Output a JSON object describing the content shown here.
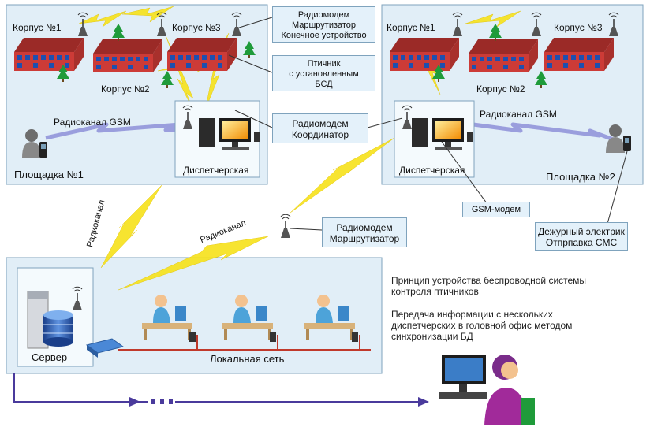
{
  "colors": {
    "panel_fill": "#e1eef7",
    "panel_border": "#7fa3bd",
    "building_roof": "#b9332f",
    "building_wall": "#cc3b37",
    "window_blue": "#1e4fb0",
    "lightning": "#f7e21a",
    "gsm_link": "#8d8fd8",
    "lan_line": "#c0392b",
    "arrow": "#4a3a9c"
  },
  "site1": {
    "building1": "Корпус №1",
    "building2": "Корпус №2",
    "building3": "Корпус №3",
    "gsm_channel": "Радиоканал GSM",
    "control_room": "Диспетчерская",
    "site_name": "Площадка №1"
  },
  "site2": {
    "building1": "Корпус №1",
    "building2": "Корпус №2",
    "building3": "Корпус №3",
    "gsm_channel": "Радиоканал GSM",
    "control_room": "Диспетчерская",
    "site_name": "Площадка №2"
  },
  "callouts": {
    "modem_router_end": [
      "Радиомодем",
      "Маршрутизатор",
      "Конечное устройство"
    ],
    "poultry_house": [
      "Птичник",
      "с установленным",
      "БСД"
    ],
    "modem_coordinator": [
      "Радиомодем",
      "Координатор"
    ],
    "gsm_modem": "GSM-модем",
    "modem_router": [
      "Радиомодем",
      "Маршрутизатор"
    ],
    "electrician": [
      "Дежурный электрик",
      "Отпрпавка СМС"
    ]
  },
  "radio_links": {
    "left": "Радиоканал",
    "center": "Радиоканал"
  },
  "office": {
    "server": "Сервер",
    "lan": "Локальная сеть"
  },
  "description": {
    "principle": [
      "Принцип устройства беспроводной системы",
      "контроля птичников"
    ],
    "transfer": [
      "Передача информации с нескольких",
      "диспетчерских в головной офис методом",
      "синхронизации БД"
    ]
  }
}
